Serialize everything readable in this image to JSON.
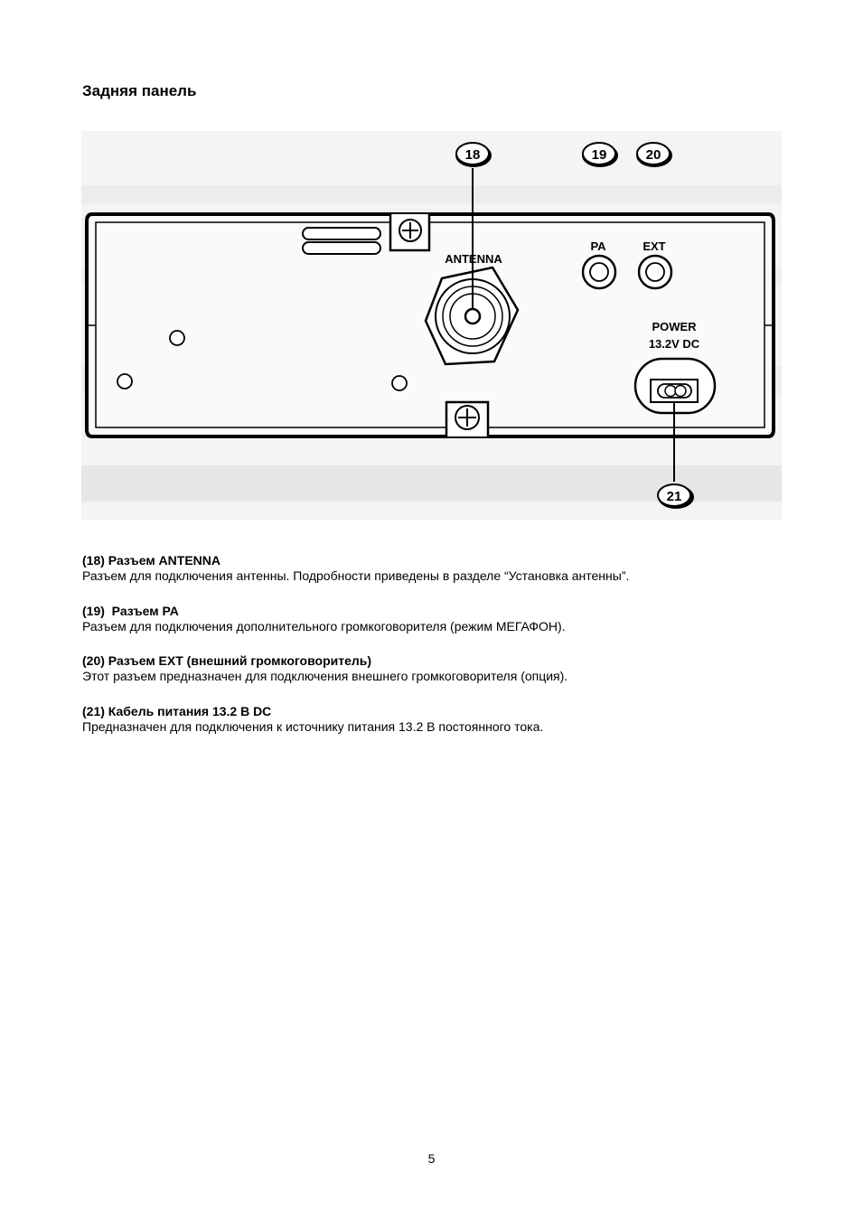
{
  "page": {
    "title": "Задняя панель",
    "page_number": "5"
  },
  "figure": {
    "callouts": [
      "18",
      "19",
      "20",
      "21"
    ],
    "labels": {
      "antenna": "ANTENNA",
      "pa": "PA",
      "ext": "EXT",
      "power": "POWER",
      "voltage": "13.2V DC"
    },
    "icons": [
      "screw-icon",
      "antenna-connector-icon",
      "jack-icon",
      "power-cable-icon",
      "mounting-hole-icon"
    ]
  },
  "sections": [
    {
      "heading": "(18) Разъем ANTENNA",
      "text": "Разъем для подключения антенны. Подробности приведены в разделе “Установка антенны”."
    },
    {
      "heading": "(19)  Разъем PA",
      "text": "Разъем для подключения дополнительного громкоговорителя (режим МЕГАФОН)."
    },
    {
      "heading": "(20) Разъем EXT (внешний громкоговоритель)",
      "text": "Этот разъем предназначен для подключения внешнего громкоговорителя (опция)."
    },
    {
      "heading": "(21) Кабель питания 13.2 В DC",
      "text": "Предназначен для подключения к источнику питания 13.2 В постоянного тока."
    }
  ]
}
